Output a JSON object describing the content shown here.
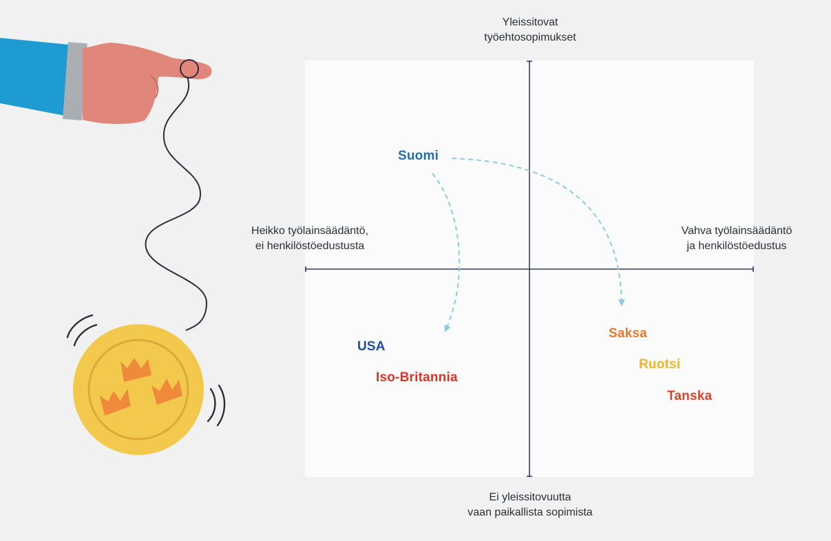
{
  "colors": {
    "background": "#f1f1f1",
    "panel": "#fbfbfb",
    "axis": "#2d3e5e",
    "arrow": "#8ccbe3",
    "text": "#2a2d34",
    "blue": "#1f5fa8",
    "red": "#d8352a",
    "orange": "#e8782a",
    "yellow": "#f0b429",
    "coin": "#f2c94c",
    "crown": "#ee8a3a",
    "sleeve": "#1e9bd0",
    "skin": "#e0867a"
  },
  "axes": {
    "top": [
      "Yleissitovat",
      "työehtosopimukset"
    ],
    "bottom": [
      "Ei yleissitovuutta",
      "vaan paikallista sopimista"
    ],
    "left": [
      "Heikko työlainsäädäntö,",
      "ei henkilöstöedustusta"
    ],
    "right": [
      "Vahva työlainsäädäntö",
      "ja henkilöstöedustus"
    ]
  },
  "countries": [
    {
      "name": "Suomi",
      "color": "#1f6fb0"
    },
    {
      "name": "USA",
      "color": "#1f4f99"
    },
    {
      "name": "Iso-Britannia",
      "color": "#d8352a"
    },
    {
      "name": "Saksa",
      "color": "#e8782a"
    },
    {
      "name": "Ruotsi",
      "color": "#f0b429"
    },
    {
      "name": "Tanska",
      "color": "#d9442a"
    }
  ],
  "illustration": {
    "hand": "pointing-hand-icon",
    "coin": "swedish-crowns-coin-icon"
  }
}
